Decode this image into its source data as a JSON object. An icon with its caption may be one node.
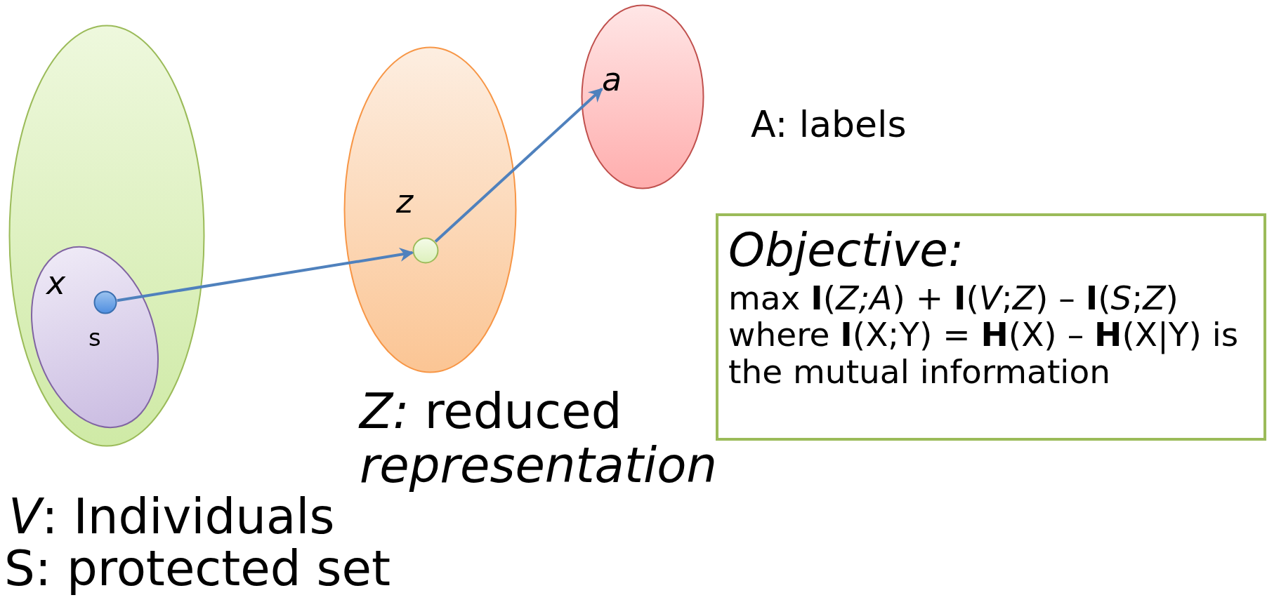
{
  "diagram": {
    "nodes": [
      {
        "text": [
          "*V*: Individuals"
        ]
      },
      {
        "text": [],
        "shape": "ellipse",
        "in": 0
      },
      {
        "text": [],
        "shape": "circle",
        "in": 1,
        "beside": [
          "x",
          "s"
        ]
      },
      {
        "text": [
          "*Z:* reduced *representation*"
        ]
      },
      {
        "text": [],
        "shape": "circle",
        "in": 3,
        "beside": [
          "z"
        ]
      },
      {
        "text": [],
        "shape": "ellipse",
        "beside": [
          "A: labels"
        ]
      },
      {
        "text": [
          "a"
        ],
        "in": 5
      },
      {
        "text": [
          "Objective:",
          "max **I**(*Z;A*) + **I**(*V*;*Z*) – **I**(*S*;*Z*)",
          "where **I**(X;Y) = **H**(X) – **H**(X|Y) is the mutual information"
        ]
      }
    ],
    "edges": [
      {
        "from": 2,
        "to": 4,
        "arrow": "to"
      },
      {
        "from": 4,
        "to": 6,
        "arrow": "to"
      }
    ],
    "labels": [
      "S: protected set"
    ]
  }
}
